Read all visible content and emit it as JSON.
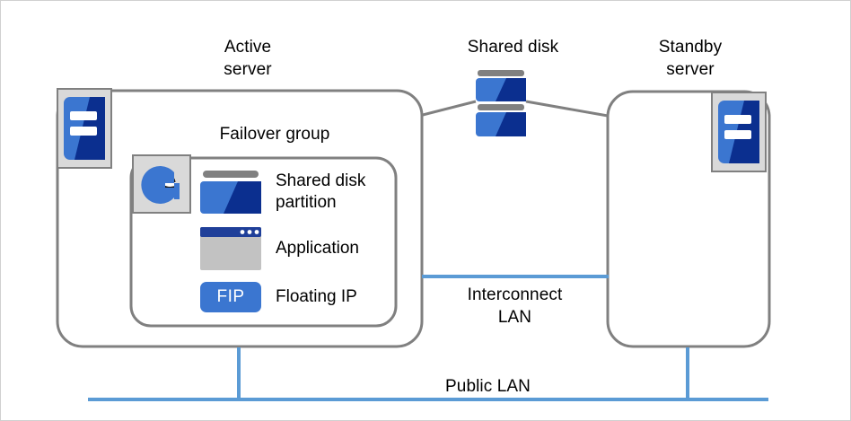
{
  "diagram": {
    "title_active_server": "Active\nserver",
    "title_shared_disk": "Shared disk",
    "title_standby_server": "Standby\nserver",
    "title_failover_group": "Failover group",
    "label_interconnect_lan": "Interconnect\nLAN",
    "label_public_lan": "Public  LAN"
  },
  "failover_group": {
    "resources": [
      {
        "label": "Shared disk\npartition",
        "icon": "shared-disk-partition-icon"
      },
      {
        "label": "Application",
        "icon": "application-window-icon"
      },
      {
        "label": "Floating IP",
        "icon": "fip-badge-icon",
        "badge": "FIP"
      }
    ]
  },
  "icons": {
    "server": "server-icon",
    "cluster_logo": "cluster-logo-icon",
    "shared_disk": "shared-disk-icon"
  },
  "colors": {
    "blue_primary": "#3b76d0",
    "blue_dark": "#0b2f8f",
    "lan_line": "#5b9bd5",
    "box_border": "#808080",
    "icon_bg": "#d9d9d9",
    "app_title_bar": "#1f3f99",
    "app_body": "#c2c2c2",
    "disk_bar": "#808080"
  }
}
